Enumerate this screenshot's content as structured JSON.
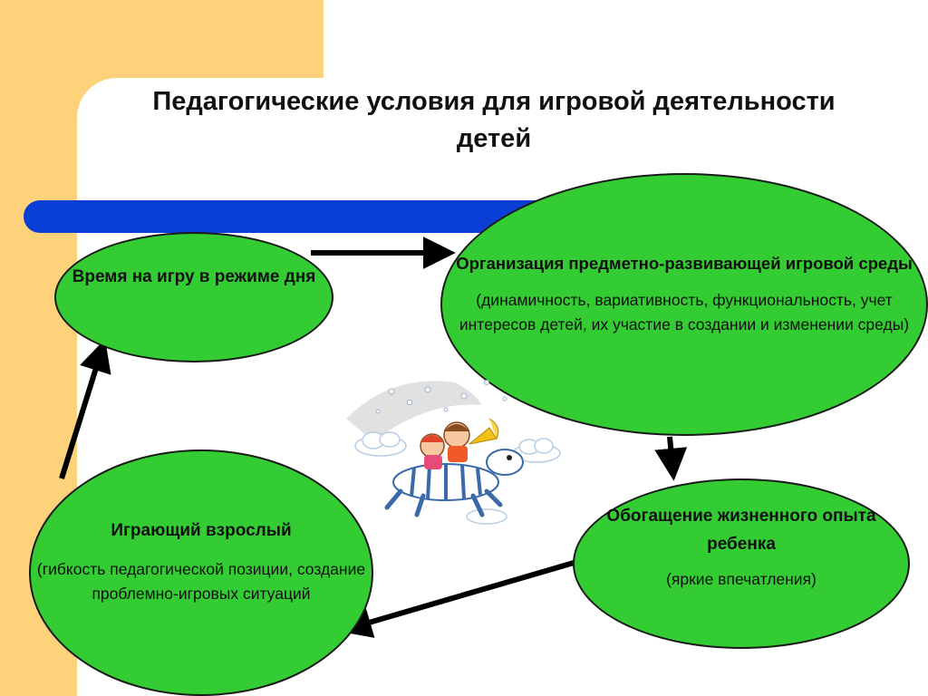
{
  "slide": {
    "title": "Педагогические условия для игровой деятельности детей",
    "colors": {
      "accent_yellow": "#fdd27a",
      "bar_blue": "#0a3fd6",
      "ellipse_green": "#33cc33",
      "arrow": "#000000"
    }
  },
  "nodes": {
    "time": {
      "title": "Время на игру в режиме дня"
    },
    "environment": {
      "title": "Организация предметно-развивающей игровой среды",
      "details": "(динамичность, вариативность, функциональность, учет интересов детей, их участие в создании и изменении среды)"
    },
    "enrichment": {
      "title": "Обогащение жизненного опыта ребенка",
      "details": "(яркие впечатления)"
    },
    "adult": {
      "title": "Играющий взрослый",
      "details": "(гибкость педагогической позиции, создание проблемно-игровых ситуаций"
    }
  },
  "illustration": {
    "icon": "children-riding-zebra-illustration"
  }
}
